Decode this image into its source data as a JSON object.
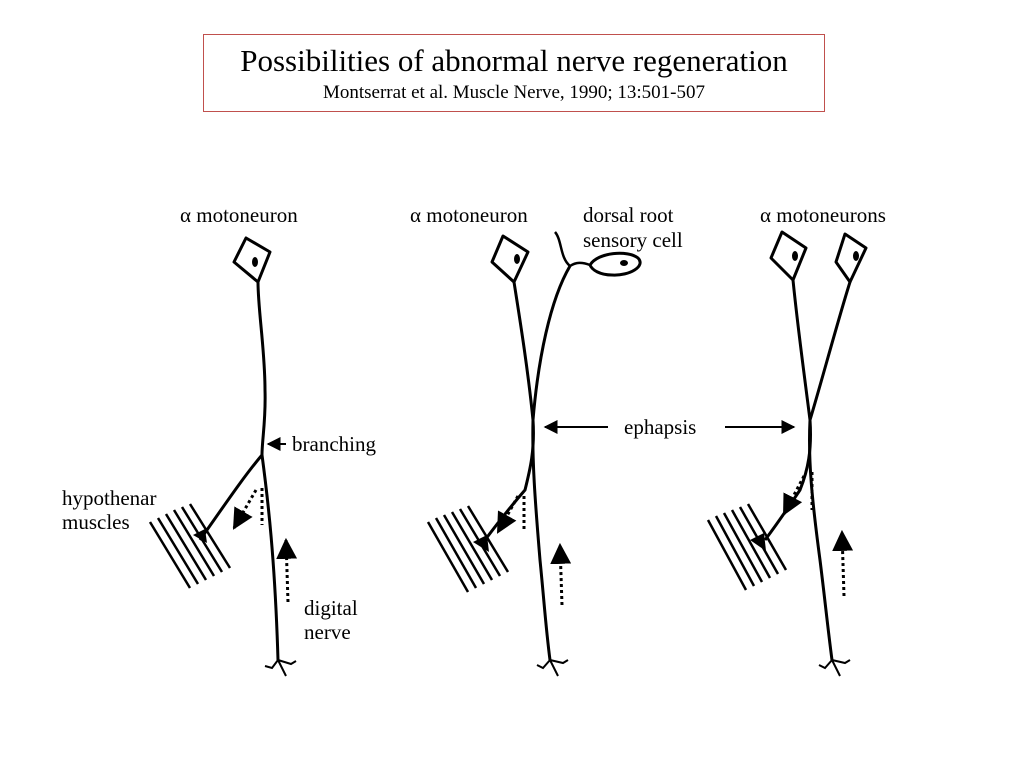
{
  "title": "Possibilities of abnormal nerve regeneration",
  "subtitle": "Montserrat et al. Muscle Nerve, 1990; 13:501-507",
  "colors": {
    "frame": "#c0504d",
    "ink": "#000000"
  },
  "panels": [
    {
      "id": "branching",
      "cell_labels": [
        "α motoneuron"
      ],
      "junction_label": "branching",
      "muscle_label_lines": [
        "hypothenar",
        "muscles"
      ],
      "nerve_label_lines": [
        "digital",
        "nerve"
      ]
    },
    {
      "id": "sensory-ephapsis",
      "cell_labels": [
        "α motoneuron",
        "dorsal root",
        "sensory cell"
      ]
    },
    {
      "id": "motor-ephapsis",
      "cell_labels": [
        "α motoneurons"
      ]
    }
  ],
  "shared_label": "ephapsis"
}
